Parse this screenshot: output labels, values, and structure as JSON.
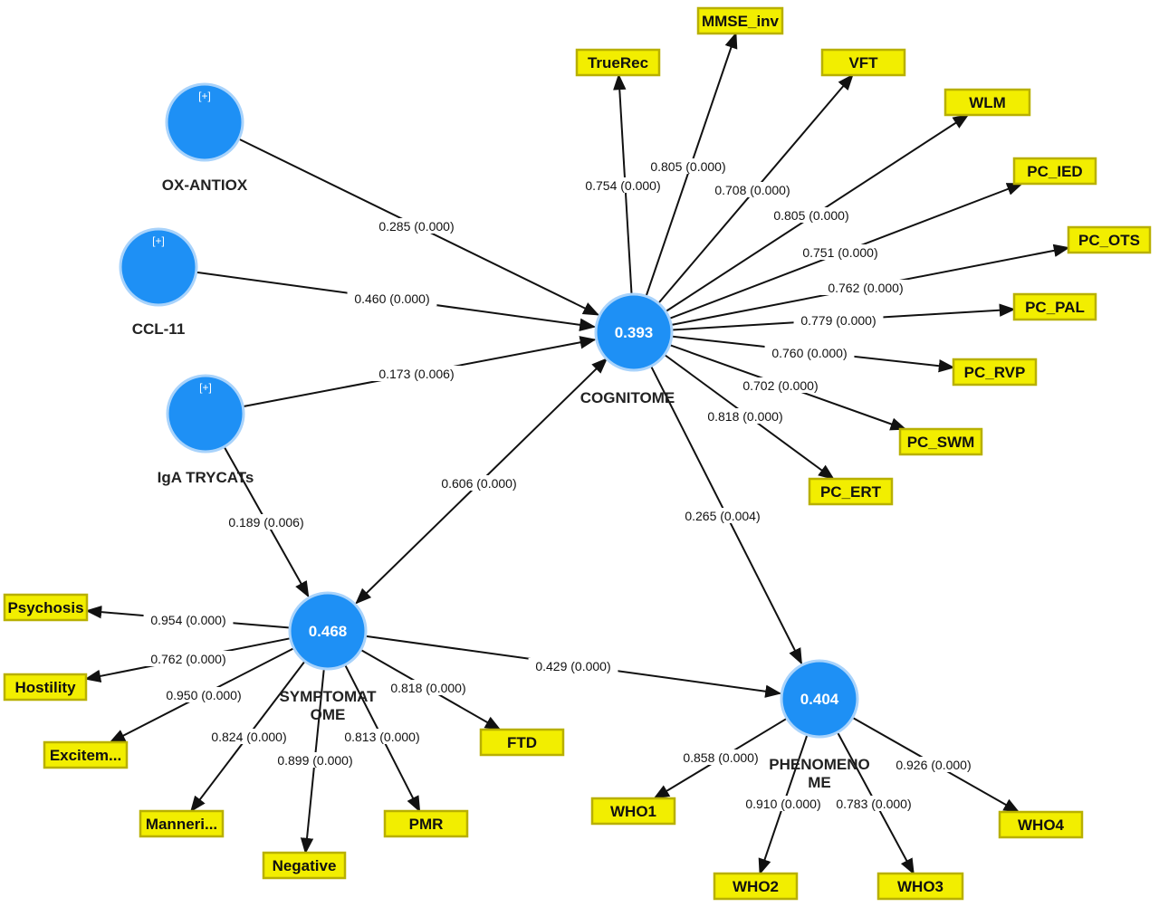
{
  "latents": [
    {
      "id": "ox",
      "name": "OX-ANTIOX",
      "value": "",
      "plus": "[+]"
    },
    {
      "id": "ccl",
      "name": "CCL-11",
      "value": "",
      "plus": "[+]"
    },
    {
      "id": "iga",
      "name": "IgA TRYCATs",
      "value": "",
      "plus": "[+]"
    },
    {
      "id": "cog",
      "name": "COGNITOME",
      "value": "0.393",
      "plus": ""
    },
    {
      "id": "sym",
      "name": "SYMPTOMAT\nOME",
      "value": "0.468",
      "plus": ""
    },
    {
      "id": "phe",
      "name": "PHENOMENO\nME",
      "value": "0.404",
      "plus": ""
    }
  ],
  "indicators": [
    {
      "id": "TrueRec",
      "label": "TrueRec"
    },
    {
      "id": "MMSE_inv",
      "label": "MMSE_inv"
    },
    {
      "id": "VFT",
      "label": "VFT"
    },
    {
      "id": "WLM",
      "label": "WLM"
    },
    {
      "id": "PC_IED",
      "label": "PC_IED"
    },
    {
      "id": "PC_OTS",
      "label": "PC_OTS"
    },
    {
      "id": "PC_PAL",
      "label": "PC_PAL"
    },
    {
      "id": "PC_RVP",
      "label": "PC_RVP"
    },
    {
      "id": "PC_SWM",
      "label": "PC_SWM"
    },
    {
      "id": "PC_ERT",
      "label": "PC_ERT"
    },
    {
      "id": "Psychosis",
      "label": "Psychosis"
    },
    {
      "id": "Hostility",
      "label": "Hostility"
    },
    {
      "id": "Excitem",
      "label": "Excitem..."
    },
    {
      "id": "Manneri",
      "label": "Manneri..."
    },
    {
      "id": "Negative",
      "label": "Negative"
    },
    {
      "id": "PMR",
      "label": "PMR"
    },
    {
      "id": "FTD",
      "label": "FTD"
    },
    {
      "id": "WHO1",
      "label": "WHO1"
    },
    {
      "id": "WHO2",
      "label": "WHO2"
    },
    {
      "id": "WHO3",
      "label": "WHO3"
    },
    {
      "id": "WHO4",
      "label": "WHO4"
    }
  ],
  "paths": [
    {
      "from": "ox",
      "to": "cog",
      "label": "0.285 (0.000)"
    },
    {
      "from": "ccl",
      "to": "cog",
      "label": "0.460 (0.000)"
    },
    {
      "from": "iga",
      "to": "cog",
      "label": "0.173 (0.006)"
    },
    {
      "from": "iga",
      "to": "sym",
      "label": "0.189 (0.006)"
    },
    {
      "from": "cog",
      "to": "sym",
      "label": "0.606 (0.000)"
    },
    {
      "from": "cog",
      "to": "phe",
      "label": "0.265 (0.004)"
    },
    {
      "from": "sym",
      "to": "phe",
      "label": "0.429 (0.000)"
    }
  ],
  "loadings": [
    {
      "from": "cog",
      "to": "TrueRec",
      "label": "0.754 (0.000)"
    },
    {
      "from": "cog",
      "to": "MMSE_inv",
      "label": "0.805 (0.000)"
    },
    {
      "from": "cog",
      "to": "VFT",
      "label": "0.708 (0.000)"
    },
    {
      "from": "cog",
      "to": "WLM",
      "label": "0.805 (0.000)"
    },
    {
      "from": "cog",
      "to": "PC_IED",
      "label": "0.751 (0.000)"
    },
    {
      "from": "cog",
      "to": "PC_OTS",
      "label": "0.762 (0.000)"
    },
    {
      "from": "cog",
      "to": "PC_PAL",
      "label": "0.779 (0.000)"
    },
    {
      "from": "cog",
      "to": "PC_RVP",
      "label": "0.760 (0.000)"
    },
    {
      "from": "cog",
      "to": "PC_SWM",
      "label": "0.702 (0.000)"
    },
    {
      "from": "cog",
      "to": "PC_ERT",
      "label": "0.818 (0.000)"
    },
    {
      "from": "sym",
      "to": "Psychosis",
      "label": "0.954 (0.000)"
    },
    {
      "from": "sym",
      "to": "Hostility",
      "label": "0.762 (0.000)"
    },
    {
      "from": "sym",
      "to": "Excitem",
      "label": "0.950 (0.000)"
    },
    {
      "from": "sym",
      "to": "Manneri",
      "label": "0.824 (0.000)"
    },
    {
      "from": "sym",
      "to": "Negative",
      "label": "0.899 (0.000)"
    },
    {
      "from": "sym",
      "to": "PMR",
      "label": "0.813 (0.000)"
    },
    {
      "from": "sym",
      "to": "FTD",
      "label": "0.818 (0.000)"
    },
    {
      "from": "phe",
      "to": "WHO1",
      "label": "0.858 (0.000)"
    },
    {
      "from": "phe",
      "to": "WHO2",
      "label": "0.910 (0.000)"
    },
    {
      "from": "phe",
      "to": "WHO3",
      "label": "0.783 (0.000)"
    },
    {
      "from": "phe",
      "to": "WHO4",
      "label": "0.926 (0.000)"
    }
  ],
  "colors": {
    "latent": "#1e90f5",
    "indicator": "#f2ee00",
    "arrow": "#111111"
  }
}
